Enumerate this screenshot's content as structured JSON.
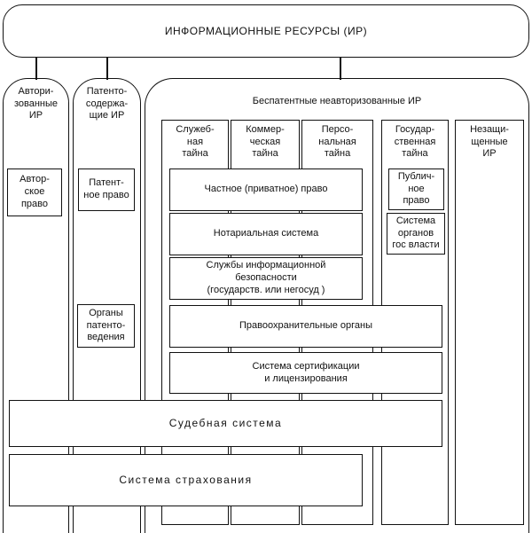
{
  "title": "ИНФОРМАЦИОННЫЕ РЕСУРСЫ (ИР)",
  "columns": {
    "authorized": {
      "label": "Автори-\nзованные\nИР",
      "box": "Автор-\nское\nправо"
    },
    "patent": {
      "label": "Патенто-\nсодержа-\nщие ИР",
      "box1": "Патент-\nное право",
      "box2": "Органы\nпатенто-\nведения"
    },
    "nonpatent": {
      "label": "Беспатентные неавторизованные ИР",
      "sub": [
        "Служеб-\nная\nтайна",
        "Коммер-\nческая\nтайна",
        "Персо-\nнальная\nтайна",
        "Государ-\nственная\nтайна",
        "Незащи-\nщенные\nИР"
      ]
    }
  },
  "boxes": {
    "private_law": "Частное (приватное) право",
    "notary": "Нотариальная  система",
    "infosec": "Службы информационной\nбезопасности\n(государств. или негосуд )",
    "law_enforcement": "Правоохранительные органы",
    "certification": "Система сертификации\nи лицензирования",
    "public_law": "Публич-\nное\nправо",
    "gov_bodies": "Система\nорганов\nгос власти",
    "judicial": "Судебная    система",
    "insurance": "Система    страхования"
  }
}
